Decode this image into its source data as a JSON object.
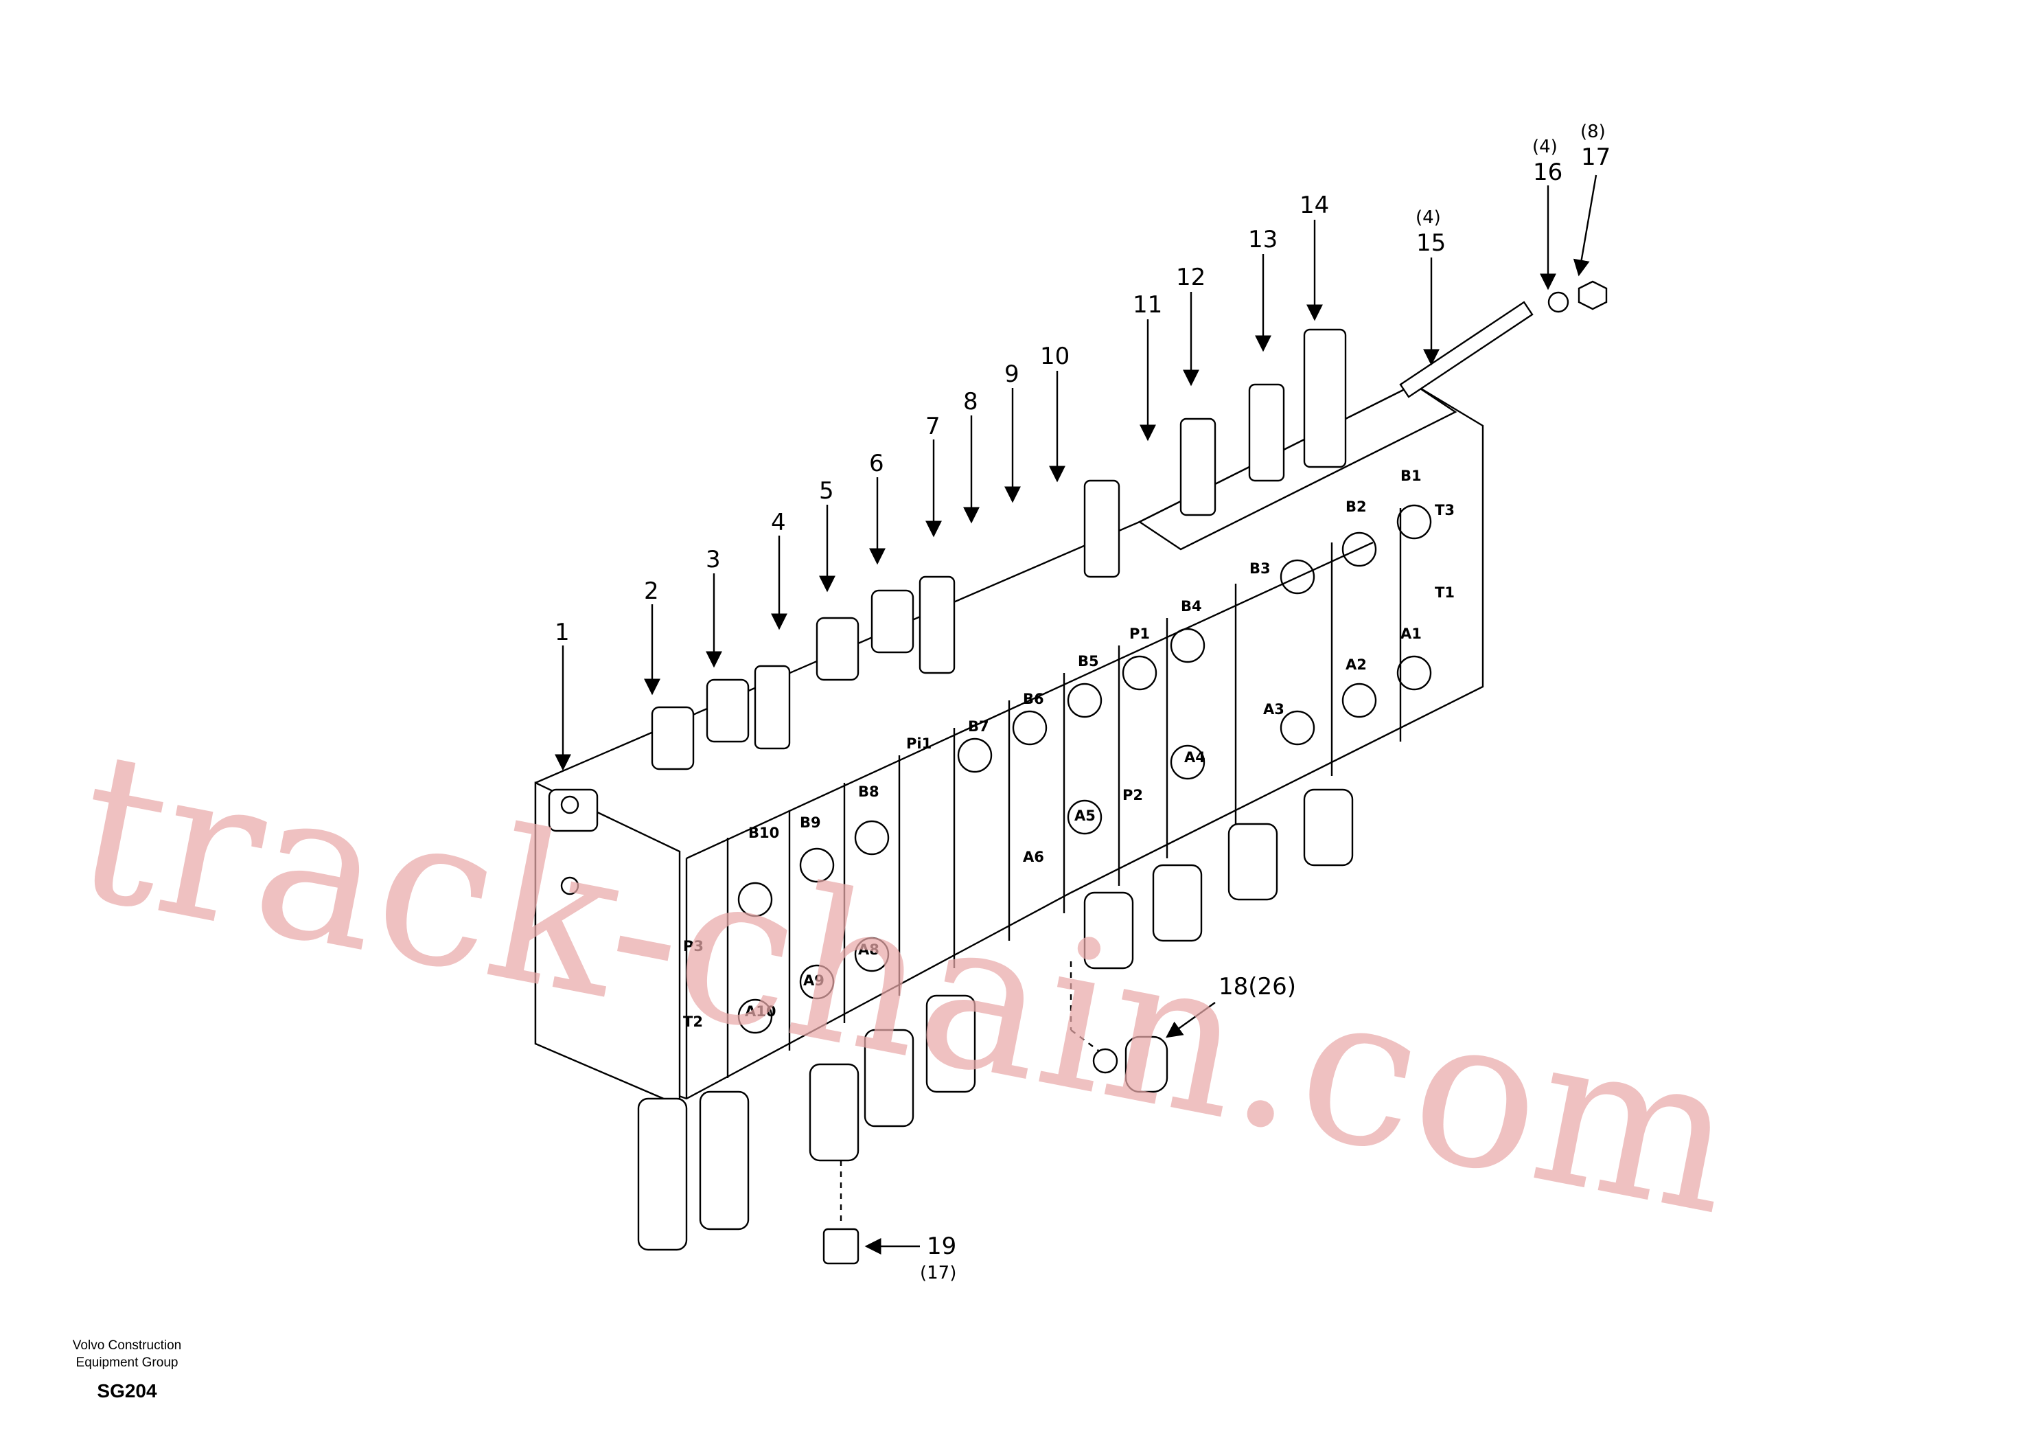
{
  "callouts": [
    {
      "number": "1"
    },
    {
      "number": "2"
    },
    {
      "number": "3"
    },
    {
      "number": "4"
    },
    {
      "number": "5"
    },
    {
      "number": "6"
    },
    {
      "number": "7"
    },
    {
      "number": "8"
    },
    {
      "number": "9"
    },
    {
      "number": "10"
    },
    {
      "number": "11"
    },
    {
      "number": "12"
    },
    {
      "number": "13"
    },
    {
      "number": "14"
    },
    {
      "number": "15",
      "qty": "(4)"
    },
    {
      "number": "16",
      "qty": "(4)"
    },
    {
      "number": "17",
      "qty": "(8)"
    },
    {
      "number": "18(26)"
    },
    {
      "number": "19",
      "qty": "(17)"
    }
  ],
  "port_labels": [
    "B10",
    "B9",
    "B8",
    "B7",
    "B6",
    "B5",
    "B4",
    "B3",
    "B2",
    "B1",
    "T3",
    "T1",
    "A1",
    "A2",
    "A3",
    "A4",
    "P2",
    "A5",
    "A6",
    "A8",
    "A9",
    "A10",
    "P3",
    "T2",
    "P1",
    "Pi1"
  ],
  "watermark": "track-chain.com",
  "footer": {
    "company_line_1": "Volvo Construction",
    "company_line_2": "Equipment Group",
    "code": "SG204"
  }
}
